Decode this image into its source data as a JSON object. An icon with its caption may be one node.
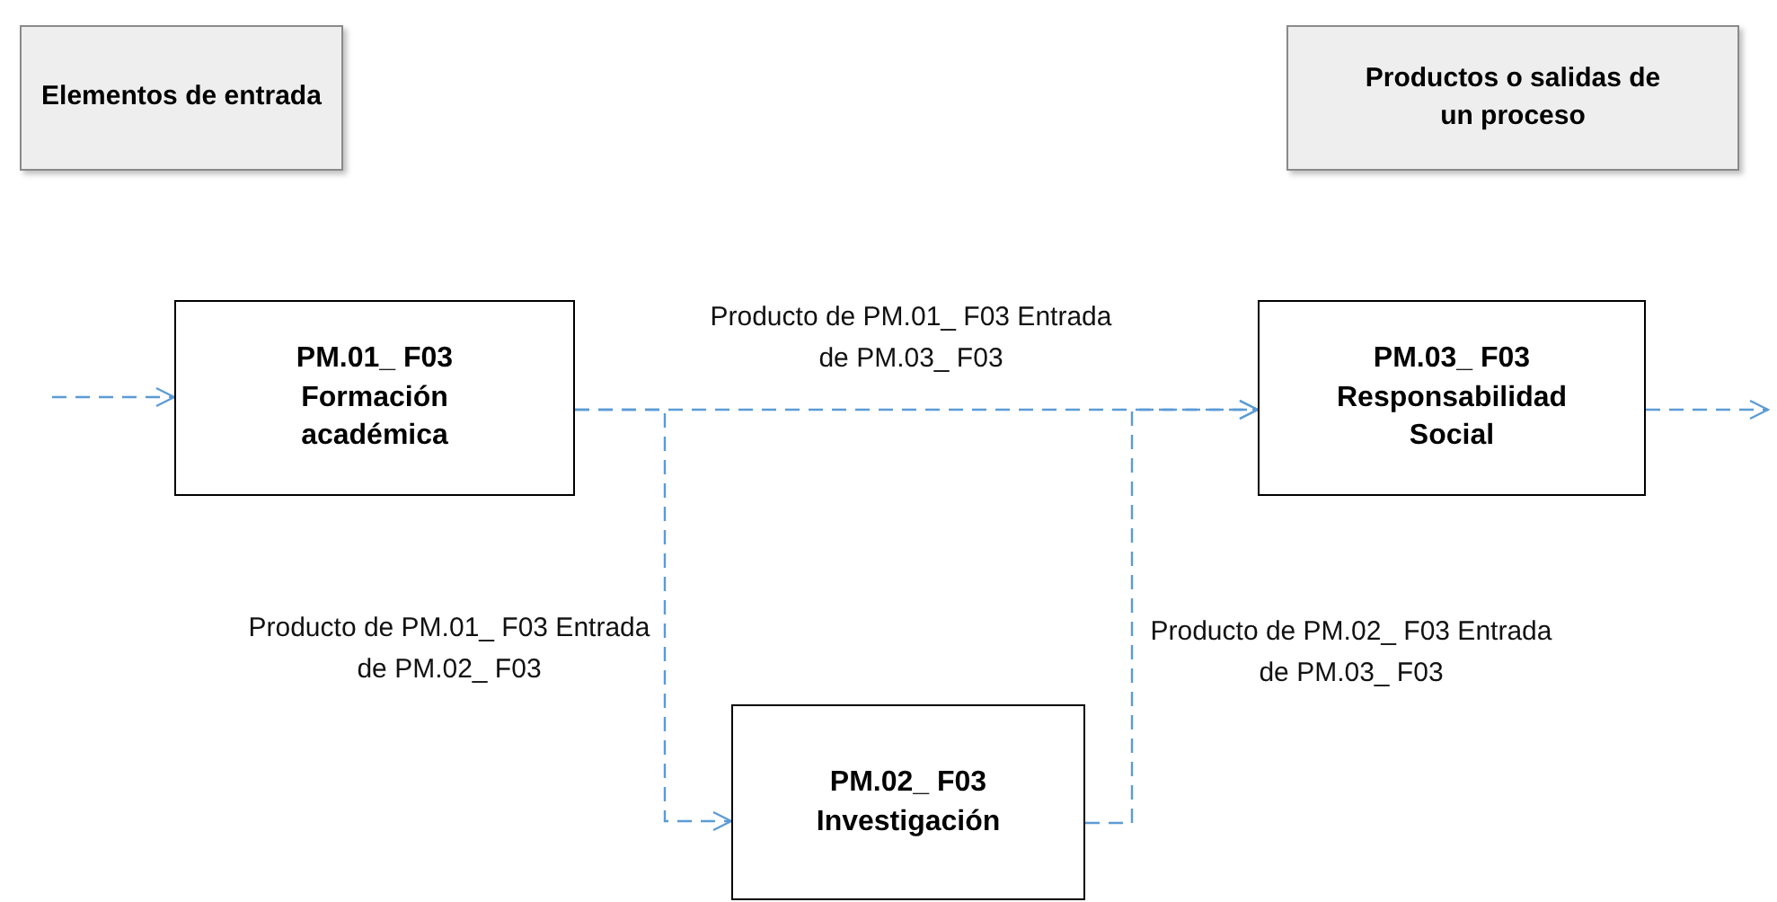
{
  "diagram": {
    "nodes": [
      {
        "text": [
          "Elementos de entrada"
        ]
      },
      {
        "text": [
          "Productos o salidas de un proceso"
        ]
      },
      {
        "text": [
          "PM.01_ F03 Formación académica"
        ]
      },
      {
        "text": [
          "PM.03_ F03 Responsabilidad Social"
        ]
      },
      {
        "text": [
          "PM.02_ F03 Investigación"
        ]
      }
    ],
    "edges": [
      {
        "from": null,
        "to": 2,
        "arrow": "to",
        "style": "dashed"
      },
      {
        "from": 2,
        "to": 3,
        "arrow": "to",
        "style": "dashed",
        "label": "Producto de PM.01_ F03 Entrada de PM.03_ F03"
      },
      {
        "from": 2,
        "to": 4,
        "arrow": "to",
        "style": "dashed",
        "label": "Producto de PM.01_ F03 Entrada de PM.02_ F03"
      },
      {
        "from": 4,
        "to": 3,
        "arrow": "to",
        "style": "dashed",
        "label": "Producto de PM.02_ F03 Entrada de PM.03_ F03"
      },
      {
        "from": 3,
        "to": null,
        "arrow": "to",
        "style": "dashed"
      }
    ]
  }
}
